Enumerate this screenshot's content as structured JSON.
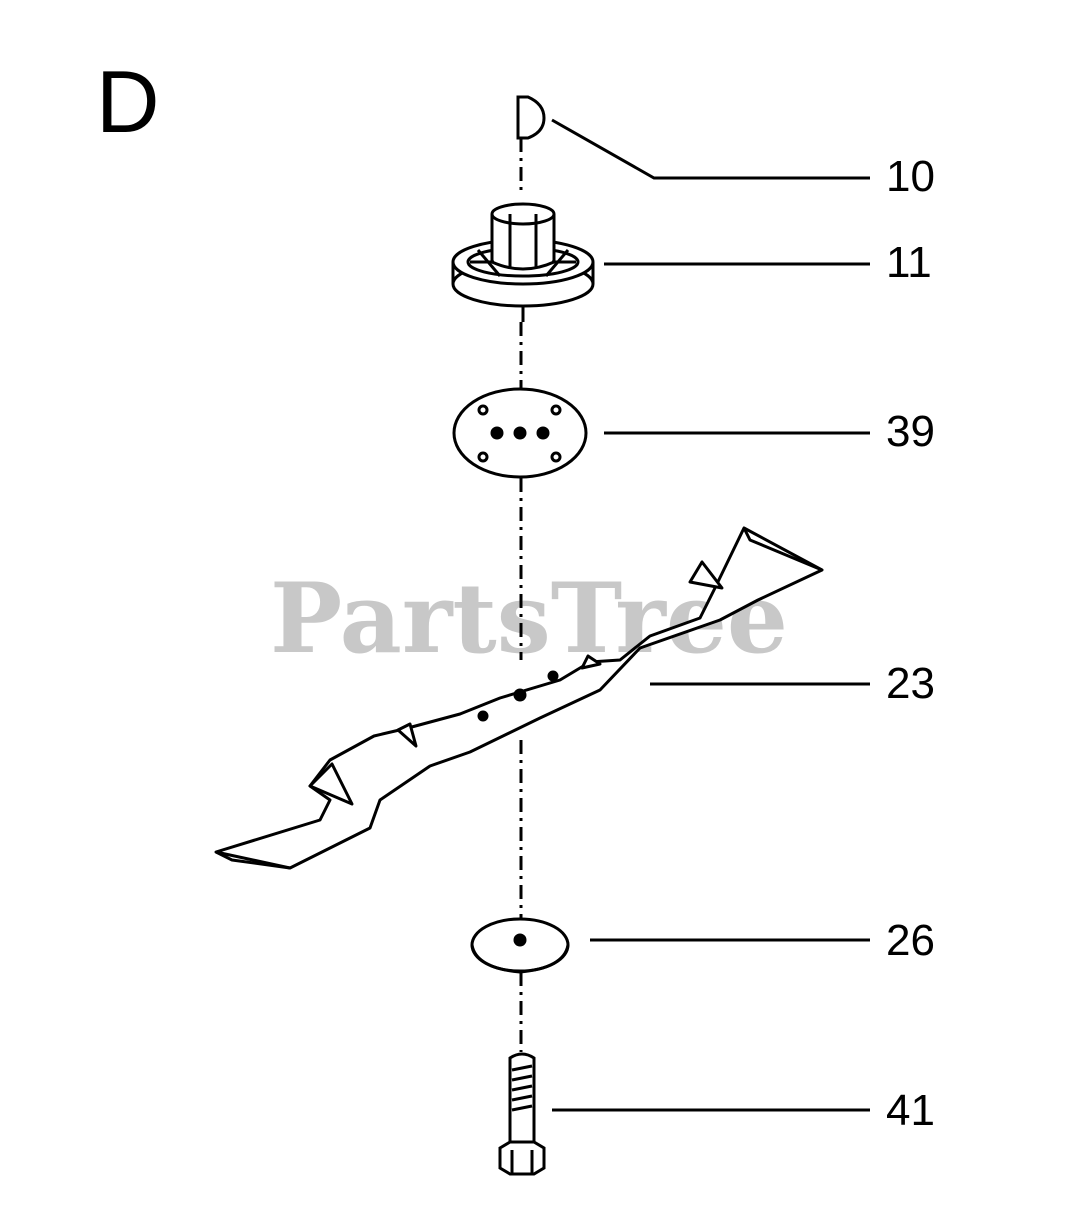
{
  "section": {
    "letter": "D"
  },
  "watermark": {
    "text": "PartsTree",
    "trademark": "™",
    "color": "#c8c8c8"
  },
  "colors": {
    "ink": "#000000",
    "paper": "#ffffff"
  },
  "parts": [
    {
      "number": "10",
      "icon": "key-icon"
    },
    {
      "number": "11",
      "icon": "blade-hub-adapter-icon"
    },
    {
      "number": "39",
      "icon": "blade-plate-icon"
    },
    {
      "number": "23",
      "icon": "mower-blade-icon"
    },
    {
      "number": "26",
      "icon": "washer-icon"
    },
    {
      "number": "41",
      "icon": "hex-bolt-icon"
    }
  ]
}
